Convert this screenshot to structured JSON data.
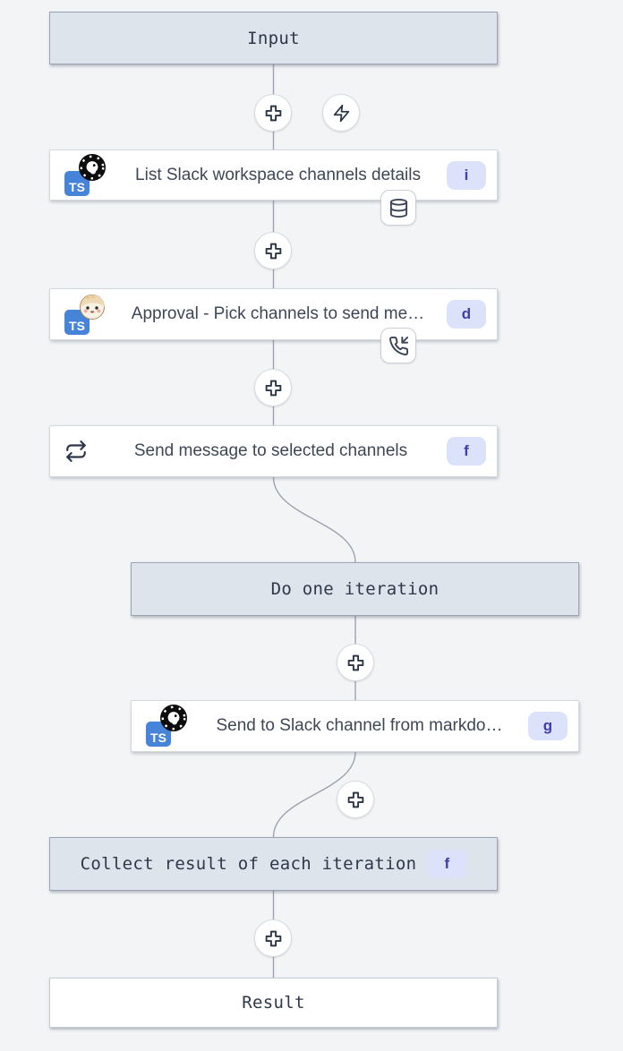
{
  "app": "flow-editor",
  "colors": {
    "canvas_bg": "#f2f4f6",
    "virtual_node_bg": "#dee4ec",
    "node_bg": "#ffffff",
    "badge_bg": "#dde2fb",
    "badge_text": "#3f3fae",
    "typescript_blue": "#4584d8",
    "edge_gray": "#9ca3af",
    "icon_stroke": "#3a4657"
  },
  "nodes": {
    "input": {
      "label": "Input"
    },
    "list_channels": {
      "title": "List Slack workspace channels details",
      "badge": "i",
      "language": "typescript-deno",
      "attachment": "cache-icon"
    },
    "approval": {
      "title": "Approval - Pick channels to send me…",
      "badge": "d",
      "language": "typescript-bun",
      "attachment": "suspend-approval-icon"
    },
    "forloop": {
      "title": "Send message to selected channels",
      "badge": "f",
      "icon": "repeat-icon"
    },
    "iteration": {
      "label": "Do one iteration"
    },
    "send_markdown": {
      "title": "Send to Slack channel from markdo…",
      "badge": "g",
      "language": "typescript-deno"
    },
    "collect": {
      "label": "Collect result of each iteration",
      "badge": "f"
    },
    "result": {
      "label": "Result"
    }
  },
  "buttons": {
    "insert_step": "plus-icon",
    "add_trigger": "zap-icon"
  },
  "ts_logo_text": "TS"
}
